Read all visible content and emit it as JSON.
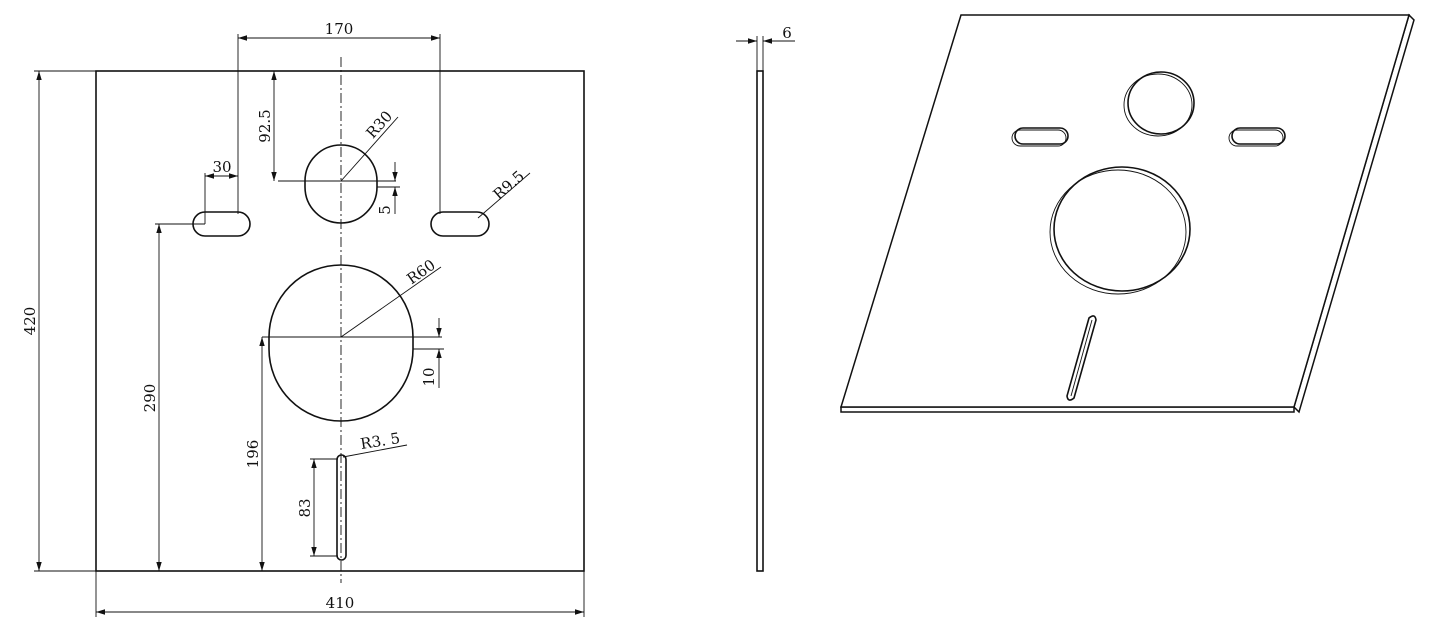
{
  "drawing": {
    "front_view": {
      "dimensions": {
        "slot_spacing": "170",
        "hole_top_offset": "92.5",
        "small_hole_radius": "R30",
        "small_hole_extension": "5",
        "slot_width": "30",
        "slot_radius": "R9.5",
        "large_hole_radius": "R60",
        "large_hole_extension": "10",
        "slot_height_from_bottom": "290",
        "large_hole_height_from_bottom": "196",
        "bottom_slot_radius": "R3. 5",
        "bottom_slot_length": "83",
        "overall_height": "420",
        "overall_width": "410"
      }
    },
    "side_view": {
      "dimensions": {
        "thickness": "6"
      }
    },
    "isometric_view": {}
  },
  "colors": {
    "line": "#111111",
    "background": "#ffffff"
  }
}
